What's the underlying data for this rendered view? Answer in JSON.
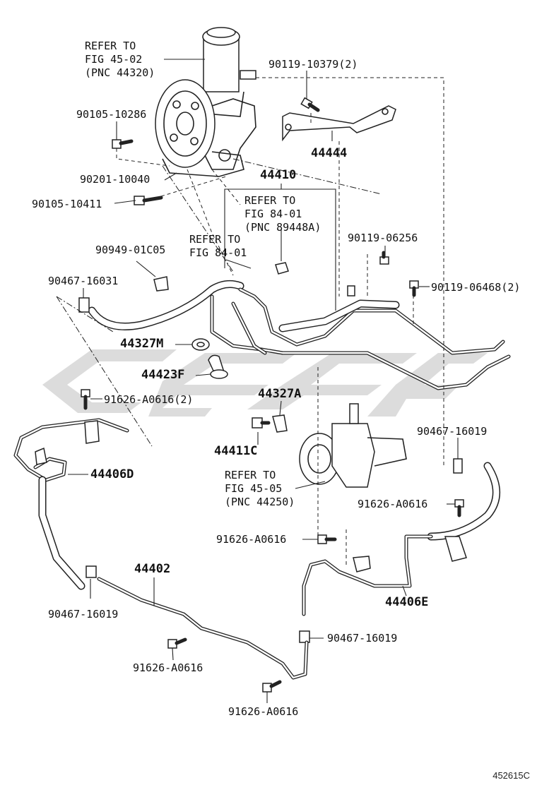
{
  "figure_id": "452615C",
  "labels": {
    "ref_45_02": "REFER TO\nFIG 45-02\n(PNC 44320)",
    "p90119_10379": "90119-10379(2)",
    "p90105_10286": "90105-10286",
    "p44444": "44444",
    "p90201_10040": "90201-10040",
    "p44410": "44410",
    "p90105_10411": "90105-10411",
    "ref_84_01_a": "REFER TO\nFIG 84-01\n(PNC 89448A)",
    "ref_84_01_b": "REFER TO\nFIG 84-01",
    "p90119_06256": "90119-06256",
    "p90949_01C05": "90949-01C05",
    "p90119_06468": "90119-06468(2)",
    "p90467_16031": "90467-16031",
    "p44327M": "44327M",
    "p44423F": "44423F",
    "p44327A": "44327A",
    "p91626_A0616_2": "91626-A0616(2)",
    "p90467_16019_r": "90467-16019",
    "p44411C": "44411C",
    "p44406D": "44406D",
    "ref_45_05": "REFER TO\nFIG 45-05\n(PNC 44250)",
    "p91626_A0616_r": "91626-A0616",
    "p91626_A0616_m": "91626-A0616",
    "p44402": "44402",
    "p44406E": "44406E",
    "p90467_16019_l": "90467-16019",
    "p90467_16019_b": "90467-16019",
    "p91626_A0616_b1": "91626-A0616",
    "p91626_A0616_b2": "91626-A0616"
  },
  "colors": {
    "ink": "#222222",
    "watermark": "#d4d4d4"
  }
}
